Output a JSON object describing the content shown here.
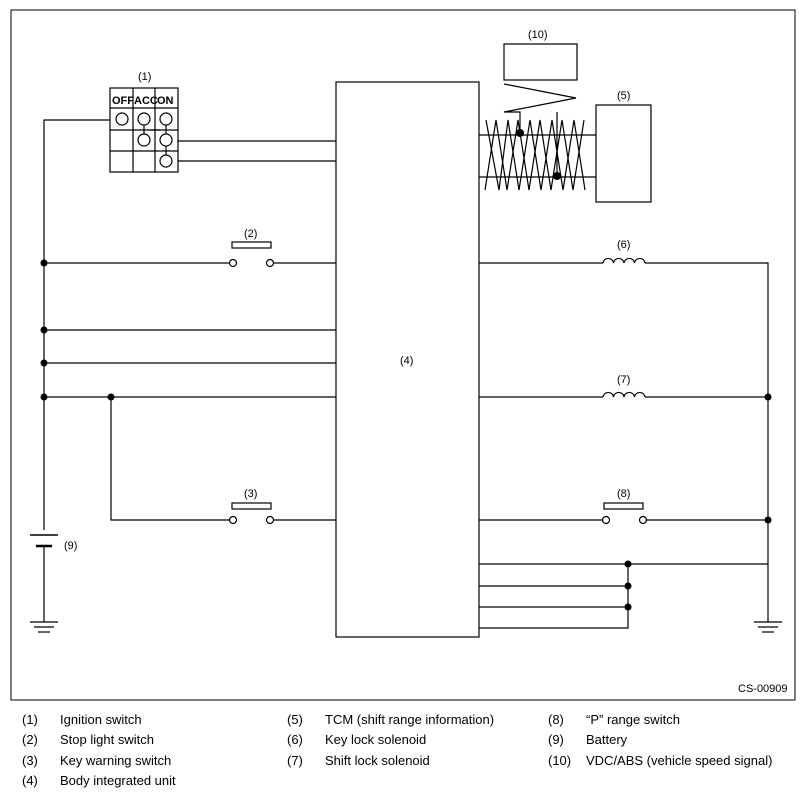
{
  "diagram": {
    "code": "CS-00909",
    "callouts": {
      "c1": "(1)",
      "c2": "(2)",
      "c3": "(3)",
      "c4": "(4)",
      "c5": "(5)",
      "c6": "(6)",
      "c7": "(7)",
      "c8": "(8)",
      "c9": "(9)",
      "c10": "(10)"
    },
    "ignition_positions": {
      "off": "OFF",
      "acc": "ACC",
      "on": "ON"
    }
  },
  "legend": [
    {
      "num": "(1)",
      "text": "Ignition switch"
    },
    {
      "num": "(2)",
      "text": "Stop light switch"
    },
    {
      "num": "(3)",
      "text": "Key warning switch"
    },
    {
      "num": "(4)",
      "text": "Body integrated unit"
    },
    {
      "num": "(5)",
      "text": "TCM (shift range information)"
    },
    {
      "num": "(6)",
      "text": "Key lock solenoid"
    },
    {
      "num": "(7)",
      "text": "Shift lock solenoid"
    },
    {
      "num": "(8)",
      "text": "“P” range switch"
    },
    {
      "num": "(9)",
      "text": "Battery"
    },
    {
      "num": "(10)",
      "text": "VDC/ABS (vehicle speed signal)"
    }
  ]
}
